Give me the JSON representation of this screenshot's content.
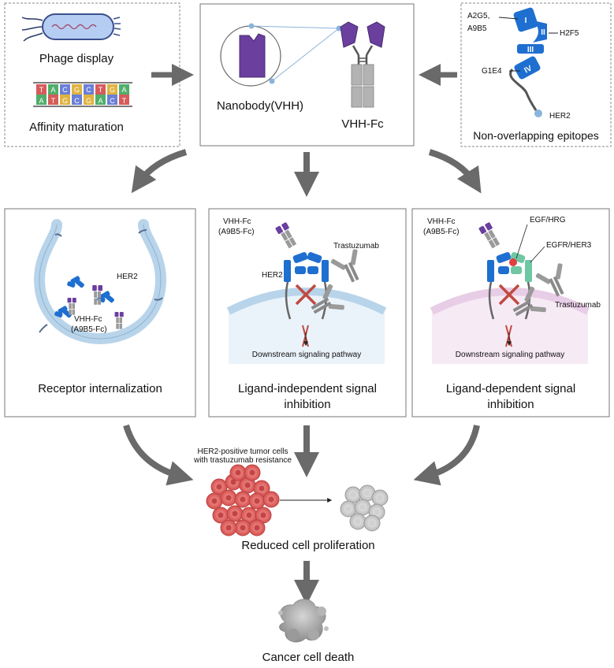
{
  "top": {
    "phage_display": "Phage display",
    "affinity_maturation": "Affinity maturation",
    "dna_top": [
      "T",
      "A",
      "C",
      "G",
      "C",
      "T",
      "G",
      "A"
    ],
    "dna_bottom": [
      "A",
      "T",
      "G",
      "C",
      "G",
      "A",
      "C",
      "T"
    ],
    "nanobody": "Nanobody(VHH)",
    "vhh_fc": "VHH-Fc",
    "domains": [
      "I",
      "II",
      "III",
      "IV"
    ],
    "epitope_a2g5": "A2G5,",
    "epitope_a9b5": "A9B5",
    "epitope_h2f5": "H2F5",
    "epitope_g1e4": "G1E4",
    "her2": "HER2",
    "non_overlapping": "Non-overlapping epitopes"
  },
  "panel1": {
    "her2": "HER2",
    "vhh_fc_1": "VHH-Fc",
    "vhh_fc_2": "(A9B5-Fc)",
    "title": "Receptor internalization"
  },
  "panel2": {
    "vhh_fc_1": "VHH-Fc",
    "vhh_fc_2": "(A9B5-Fc)",
    "trastuzumab": "Trastuzumab",
    "her2": "HER2",
    "downstream": "Downstream signaling pathway",
    "title_1": "Ligand-independent signal",
    "title_2": "inhibition"
  },
  "panel3": {
    "vhh_fc_1": "VHH-Fc",
    "vhh_fc_2": "(A9B5-Fc)",
    "egf_hrg": "EGF/HRG",
    "egfr_her3": "EGFR/HER3",
    "trastuzumab": "Trastuzumab",
    "downstream": "Downstream signaling pathway",
    "title_1": "Ligand-dependent signal",
    "title_2": "inhibition"
  },
  "bottom": {
    "tumor_1": "HER2-positive tumor cells",
    "tumor_2": "with trastuzumab resistance",
    "reduced": "Reduced cell proliferation",
    "death": "Cancer cell death"
  },
  "colors": {
    "her2_blue": "#1e6fd0",
    "vhh_purple": "#6a3f9e",
    "fc_gray": "#9a9a9a",
    "arrow_gray": "#6a6a6a",
    "egfr_green": "#6fc7a4",
    "tumor_red": "#e0605f",
    "membrane_blue": "#c9e0ef",
    "membrane_pink": "#e8cde6"
  }
}
